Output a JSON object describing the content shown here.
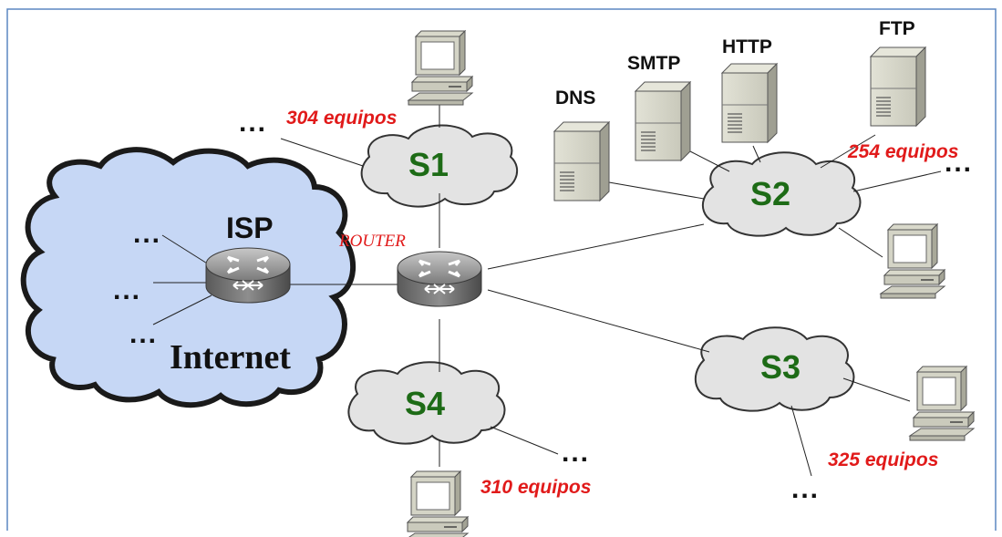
{
  "internet_label": "Internet",
  "isp_label": "ISP",
  "router_label": "ROUTER",
  "ellipsis": "...",
  "subnets": {
    "s1": {
      "name": "S1",
      "hosts": "304 equipos"
    },
    "s2": {
      "name": "S2",
      "hosts": "254 equipos"
    },
    "s3": {
      "name": "S3",
      "hosts": "325 equipos"
    },
    "s4": {
      "name": "S4",
      "hosts": "310 equipos"
    }
  },
  "servers": {
    "dns": "DNS",
    "smtp": "SMTP",
    "http": "HTTP",
    "ftp": "FTP"
  },
  "colors": {
    "internet_cloud": "#c6d7f5",
    "subnet_cloud": "#e3e3e3",
    "subnet_label": "#1d6b16",
    "host_count": "#e11a1a",
    "frame": "#5b87c2"
  }
}
